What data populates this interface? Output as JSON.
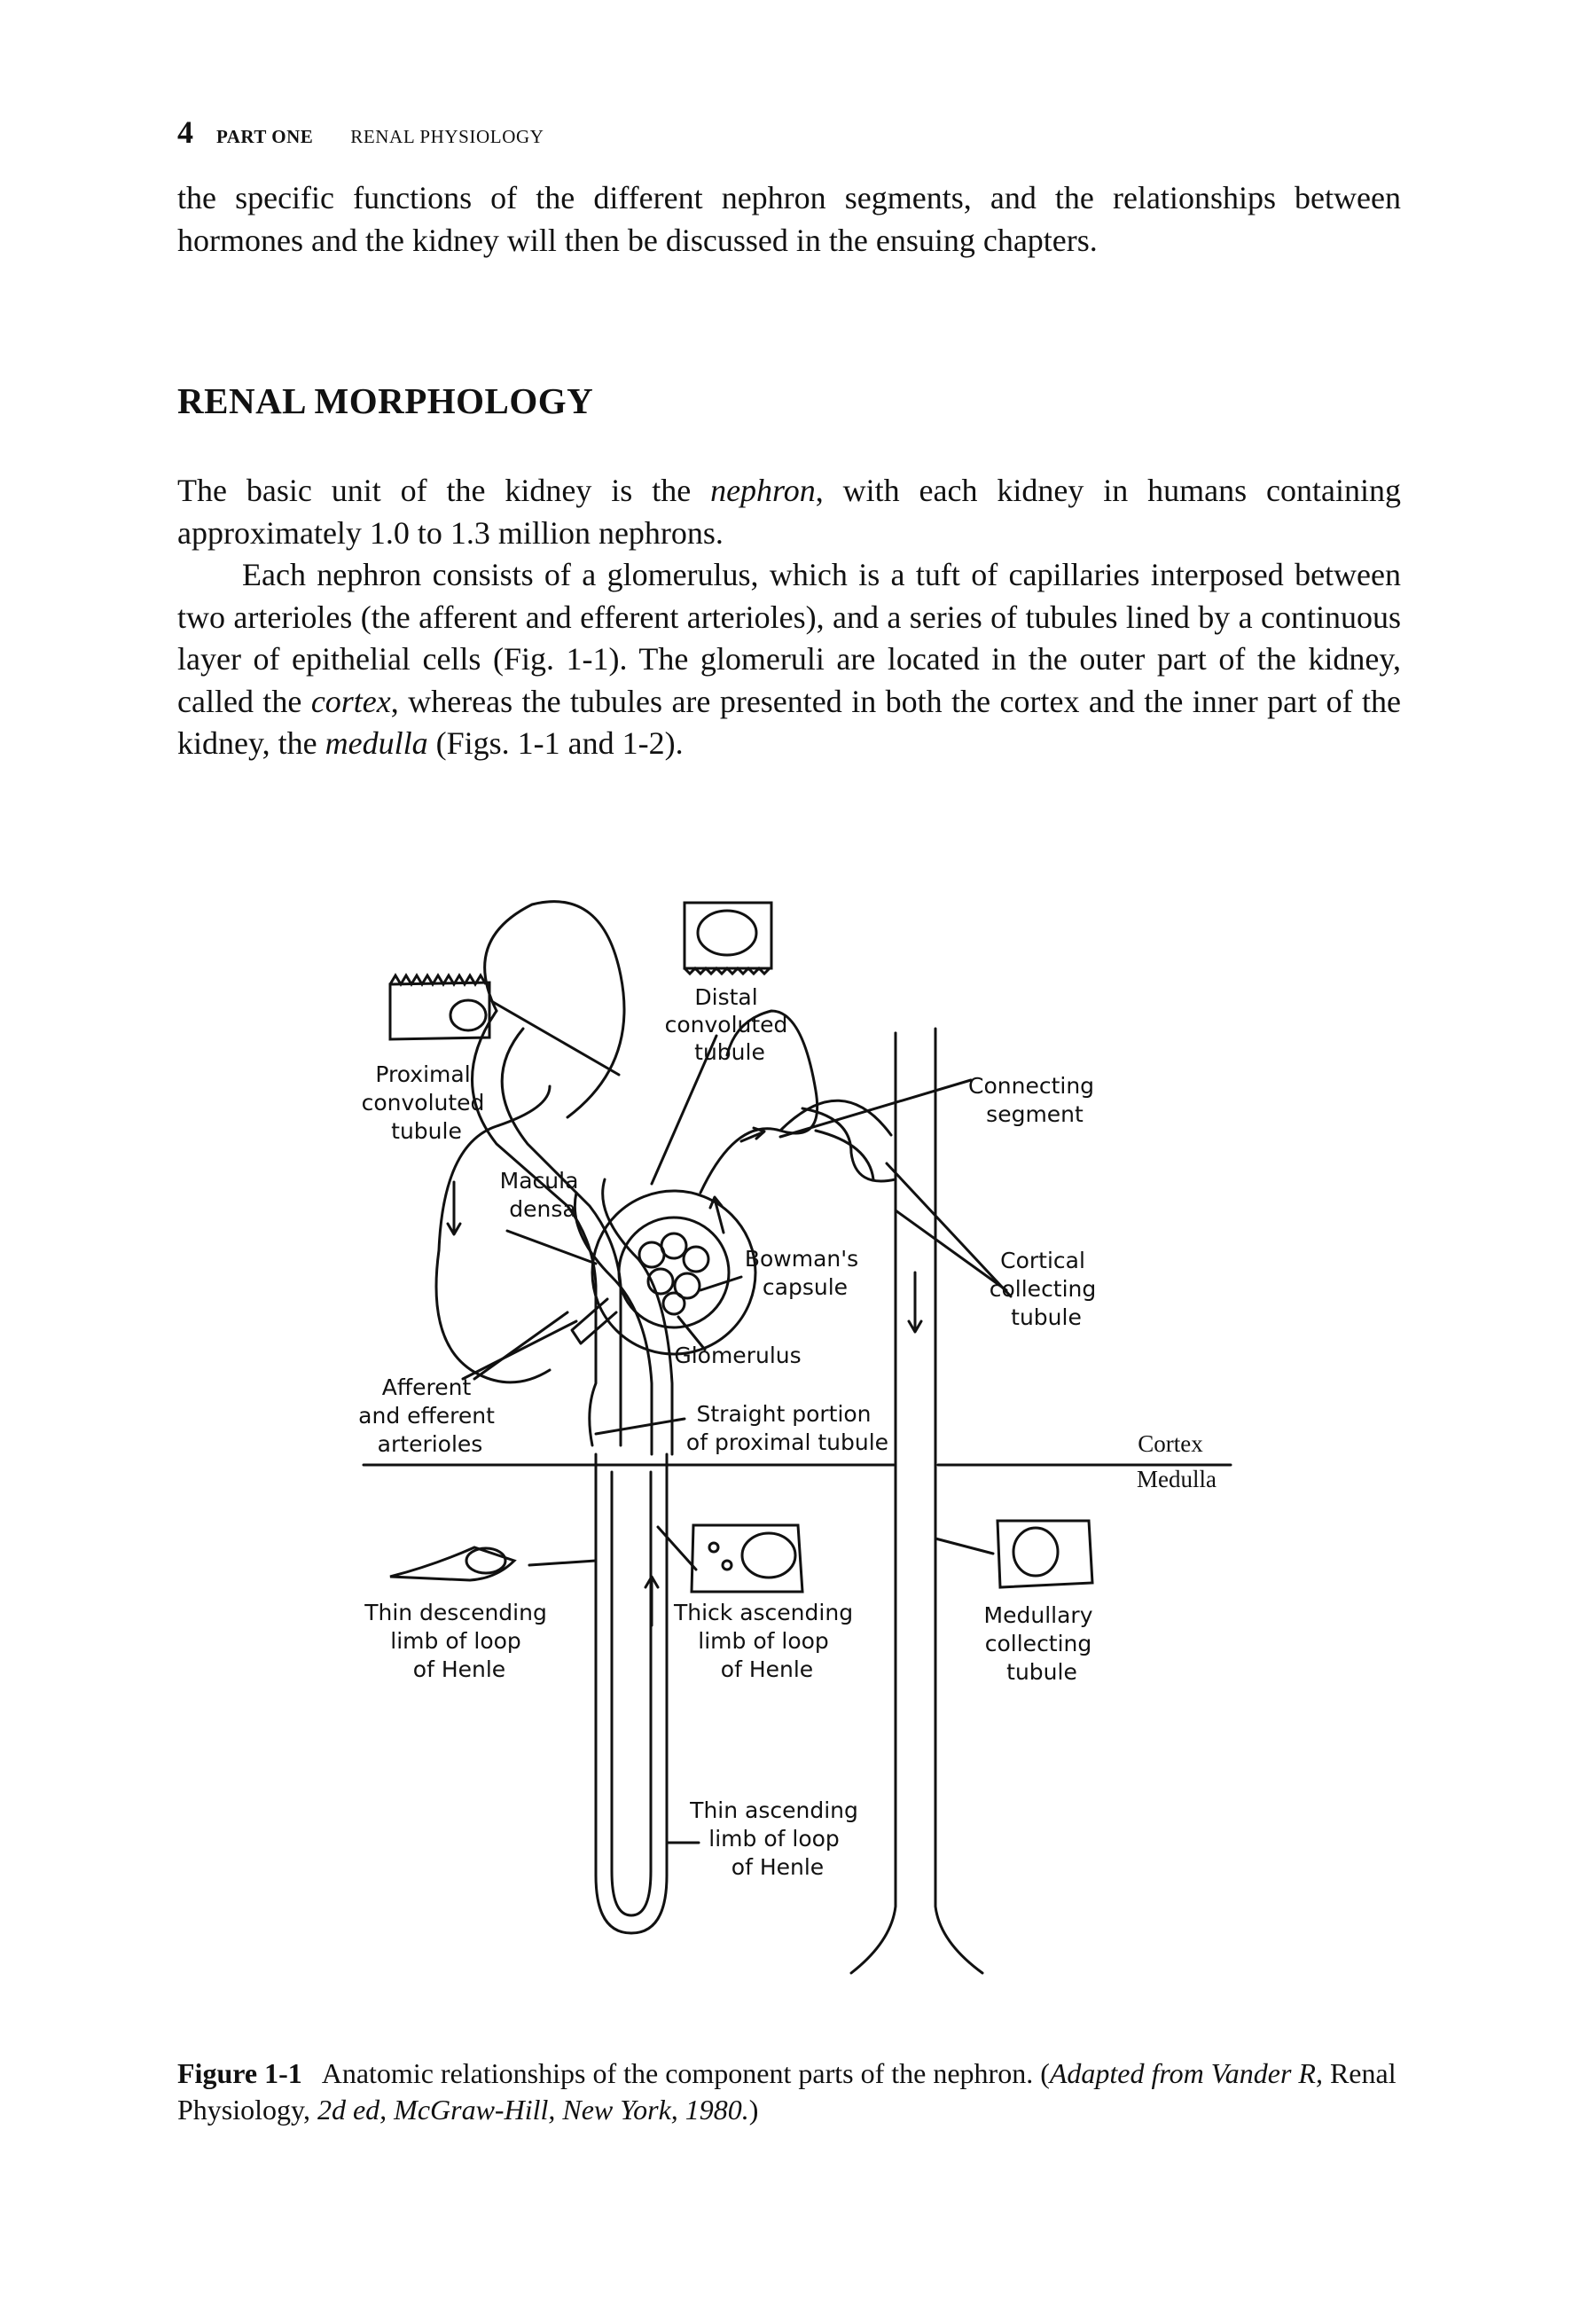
{
  "running_head": {
    "page_number": "4",
    "part": "PART ONE",
    "section": "RENAL PHYSIOLOGY"
  },
  "intro_paragraph": "the specific functions of the different nephron segments, and the relationships between hormones and the kidney will then be discussed in the ensuing chapters.",
  "section_heading": "RENAL MORPHOLOGY",
  "paragraph1": {
    "before": "The basic unit of the kidney is the ",
    "term": "nephron",
    "after": ", with each kidney in humans containing approximately 1.0 to 1.3 million nephrons."
  },
  "paragraph2": {
    "part1": "Each nephron consists of a glomerulus, which is a tuft of capillaries interposed between two arterioles (the afferent and efferent arterioles), and a series of tubules lined by a continuous layer of epithelial cells (Fig. 1-1). The glomeruli are located in the outer part of the kidney, called the ",
    "term1": "cortex",
    "part2": ", whereas the tubules are presented in both the cortex and the inner part of the kidney, the ",
    "term2": "medulla",
    "part3": " (Figs. 1-1 and 1-2)."
  },
  "figure": {
    "labels": {
      "distal": [
        "Distal",
        "convoluted",
        "tubule"
      ],
      "proximal": [
        "Proximal",
        "convoluted",
        "tubule"
      ],
      "connecting": [
        "Connecting",
        "segment"
      ],
      "macula": [
        "Macula",
        "densa"
      ],
      "bowman": [
        "Bowman's",
        "capsule"
      ],
      "cortical": [
        "Cortical",
        "collecting",
        "tubule"
      ],
      "glomerulus": "Glomerulus",
      "arterioles": [
        "Afferent",
        "and efferent",
        "arterioles"
      ],
      "straight": [
        "Straight portion",
        "of proximal tubule"
      ],
      "cortex": "Cortex",
      "medulla": "Medulla",
      "thin_desc": [
        "Thin descending",
        "limb of loop",
        "of Henle"
      ],
      "thick_asc": [
        "Thick ascending",
        "limb of loop",
        "of Henle"
      ],
      "medullary": [
        "Medullary",
        "collecting",
        "tubule"
      ],
      "thin_asc": [
        "Thin ascending",
        "limb of loop",
        "of Henle"
      ]
    }
  },
  "caption": {
    "label": "Figure 1-1",
    "text": "Anatomic relationships of the component parts of the nephron. (",
    "italic1": "Adapted from Vander R,",
    "plain": " Renal Physiology, ",
    "italic2": "2d ed, McGraw-Hill, New York, 1980.",
    "end": ")"
  }
}
